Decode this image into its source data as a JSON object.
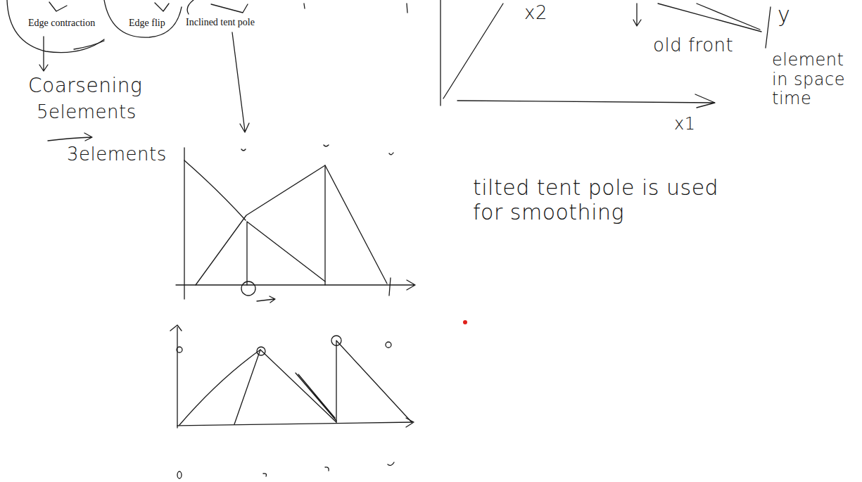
{
  "diagram": {
    "labels": [
      "Edge contraction",
      "Edge flip",
      "Inclined tent pole",
      "x2",
      "old front",
      "y",
      "element in space time",
      "Coarsening",
      "5elements",
      "x1",
      "3elements",
      "tilted tent pole is used for smoothing"
    ]
  }
}
